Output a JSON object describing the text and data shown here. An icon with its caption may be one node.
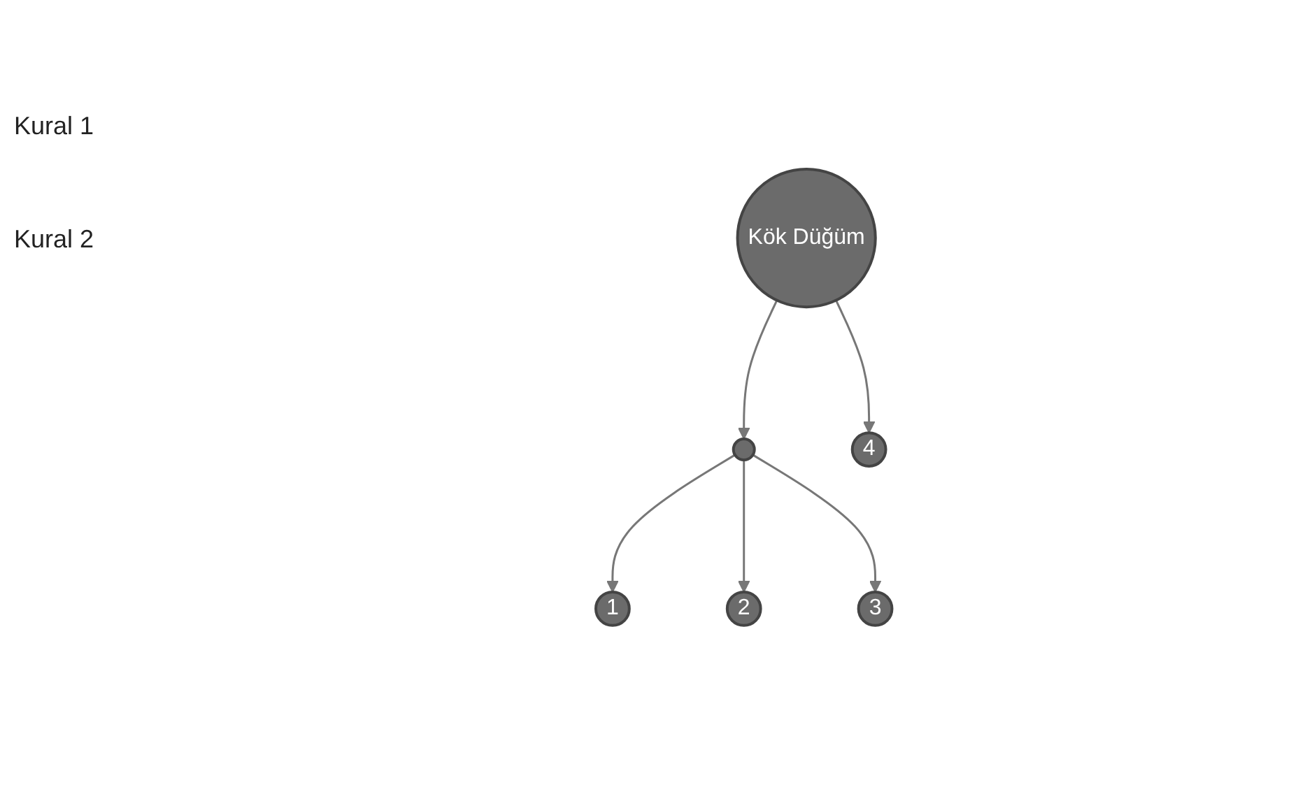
{
  "diagram": {
    "nodes": [
      {
        "text": [
          "Kök Düğüm"
        ]
      },
      {
        "text": [],
        "shape": "circle"
      },
      {
        "text": [
          "1"
        ]
      },
      {
        "text": [
          "2"
        ]
      },
      {
        "text": [
          "3"
        ]
      },
      {
        "text": [
          "4"
        ]
      }
    ],
    "edges": [
      {
        "from": 0,
        "to": 1,
        "arrow": "to"
      },
      {
        "from": 0,
        "to": 5,
        "arrow": "to"
      },
      {
        "from": 1,
        "to": 2,
        "arrow": "to"
      },
      {
        "from": 1,
        "to": 3,
        "arrow": "to"
      },
      {
        "from": 1,
        "to": 4,
        "arrow": "to"
      }
    ],
    "labels": [
      "Kural 1",
      "Kural 2"
    ]
  }
}
